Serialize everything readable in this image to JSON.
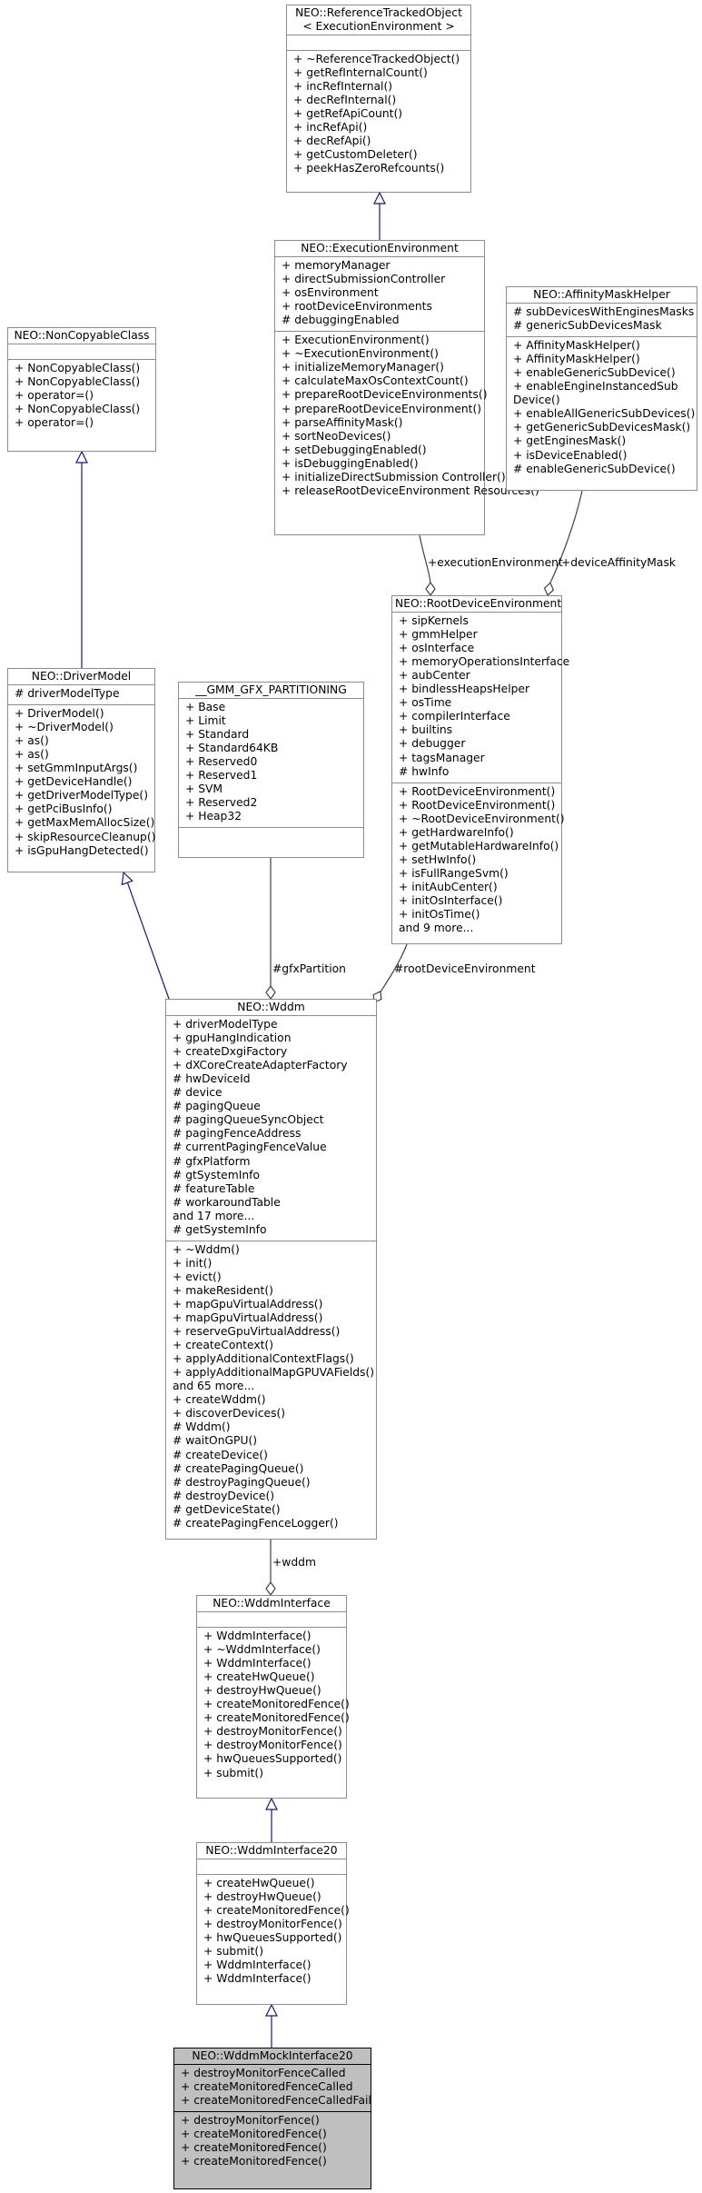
{
  "diagram": {
    "classes": {
      "refTracked": {
        "title_lines": [
          "NEO::ReferenceTrackedObject",
          "< ExecutionEnvironment >"
        ],
        "attributes": [],
        "operations": [
          "+ ~ReferenceTrackedObject()",
          "+ getRefInternalCount()",
          "+ incRefInternal()",
          "+ decRefInternal()",
          "+ getRefApiCount()",
          "+ incRefApi()",
          "+ decRefApi()",
          "+ getCustomDeleter()",
          "+ peekHasZeroRefcounts()"
        ]
      },
      "execEnv": {
        "title_lines": [
          "NEO::ExecutionEnvironment"
        ],
        "attributes": [
          "+ memoryManager",
          "+ directSubmissionController",
          "+ osEnvironment",
          "+ rootDeviceEnvironments",
          "# debuggingEnabled"
        ],
        "operations": [
          "+ ExecutionEnvironment()",
          "+ ~ExecutionEnvironment()",
          "+ initializeMemoryManager()",
          "+ calculateMaxOsContextCount()",
          "+ prepareRootDeviceEnvironments()",
          "+ prepareRootDeviceEnvironment()",
          "+ parseAffinityMask()",
          "+ sortNeoDevices()",
          "+ setDebuggingEnabled()",
          "+ isDebuggingEnabled()",
          "+ initializeDirectSubmission Controller()",
          "+ releaseRootDeviceEnvironment Resources()"
        ]
      },
      "affinity": {
        "title_lines": [
          "NEO::AffinityMaskHelper"
        ],
        "attributes": [
          "# subDevicesWithEnginesMasks",
          "# genericSubDevicesMask"
        ],
        "operations": [
          "+ AffinityMaskHelper()",
          "+ AffinityMaskHelper()",
          "+ enableGenericSubDevice()",
          "+ enableEngineInstancedSub Device()",
          "+ enableAllGenericSubDevices()",
          "+ getGenericSubDevicesMask()",
          "+ getEnginesMask()",
          "+ isDeviceEnabled()",
          "# enableGenericSubDevice()"
        ]
      },
      "nonCopyable": {
        "title_lines": [
          "NEO::NonCopyableClass"
        ],
        "attributes": [],
        "operations": [
          "+ NonCopyableClass()",
          "+ NonCopyableClass()",
          "+ operator=()",
          "+ NonCopyableClass()",
          "+ operator=()"
        ]
      },
      "rootDevEnv": {
        "title_lines": [
          "NEO::RootDeviceEnvironment"
        ],
        "attributes": [
          "+ sipKernels",
          "+ gmmHelper",
          "+ osInterface",
          "+ memoryOperationsInterface",
          "+ aubCenter",
          "+ bindlessHeapsHelper",
          "+ osTime",
          "+ compilerInterface",
          "+ builtins",
          "+ debugger",
          "+ tagsManager",
          "# hwInfo"
        ],
        "operations": [
          "+ RootDeviceEnvironment()",
          "+ RootDeviceEnvironment()",
          "+ ~RootDeviceEnvironment()",
          "+ getHardwareInfo()",
          "+ getMutableHardwareInfo()",
          "+ setHwInfo()",
          "+ isFullRangeSvm()",
          "+ initAubCenter()",
          "+ initOsInterface()",
          "+ initOsTime()",
          "and 9 more..."
        ]
      },
      "driverModel": {
        "title_lines": [
          "NEO::DriverModel"
        ],
        "attributes": [
          "# driverModelType"
        ],
        "operations": [
          "+ DriverModel()",
          "+ ~DriverModel()",
          "+ as()",
          "+ as()",
          "+ setGmmInputArgs()",
          "+ getDeviceHandle()",
          "+ getDriverModelType()",
          "+ getPciBusInfo()",
          "+ getMaxMemAllocSize()",
          "+ skipResourceCleanup()",
          "+ isGpuHangDetected()"
        ]
      },
      "gmmPart": {
        "title_lines": [
          "__GMM_GFX_PARTITIONING"
        ],
        "attributes": [
          "+ Base",
          "+ Limit",
          "+ Standard",
          "+ Standard64KB",
          "+ Reserved0",
          "+ Reserved1",
          "+ SVM",
          "+ Reserved2",
          "+ Heap32"
        ],
        "operations": []
      },
      "wddm": {
        "title_lines": [
          "NEO::Wddm"
        ],
        "attributes": [
          "+ driverModelType",
          "+ gpuHangIndication",
          "+ createDxgiFactory",
          "+ dXCoreCreateAdapterFactory",
          "# hwDeviceId",
          "# device",
          "# pagingQueue",
          "# pagingQueueSyncObject",
          "# pagingFenceAddress",
          "# currentPagingFenceValue",
          "# gfxPlatform",
          "# gtSystemInfo",
          "# featureTable",
          "# workaroundTable",
          "and 17 more...",
          "# getSystemInfo"
        ],
        "operations": [
          "+ ~Wddm()",
          "+ init()",
          "+ evict()",
          "+ makeResident()",
          "+ mapGpuVirtualAddress()",
          "+ mapGpuVirtualAddress()",
          "+ reserveGpuVirtualAddress()",
          "+ createContext()",
          "+ applyAdditionalContextFlags()",
          "+ applyAdditionalMapGPUVAFields()",
          "and 65 more...",
          "+ createWddm()",
          "+ discoverDevices()",
          "# Wddm()",
          "# waitOnGPU()",
          "# createDevice()",
          "# createPagingQueue()",
          "# destroyPagingQueue()",
          "# destroyDevice()",
          "# getDeviceState()",
          "# createPagingFenceLogger()"
        ]
      },
      "wddmIface": {
        "title_lines": [
          "NEO::WddmInterface"
        ],
        "attributes": [],
        "operations": [
          "+ WddmInterface()",
          "+ ~WddmInterface()",
          "+ WddmInterface()",
          "+ createHwQueue()",
          "+ destroyHwQueue()",
          "+ createMonitoredFence()",
          "+ createMonitoredFence()",
          "+ destroyMonitorFence()",
          "+ destroyMonitorFence()",
          "+ hwQueuesSupported()",
          "+ submit()"
        ]
      },
      "wddmIface20": {
        "title_lines": [
          "NEO::WddmInterface20"
        ],
        "attributes": [],
        "operations": [
          "+ createHwQueue()",
          "+ destroyHwQueue()",
          "+ createMonitoredFence()",
          "+ destroyMonitorFence()",
          "+ hwQueuesSupported()",
          "+ submit()",
          "+ WddmInterface()",
          "+ WddmInterface()"
        ]
      },
      "mock": {
        "title_lines": [
          "NEO::WddmMockInterface20"
        ],
        "attributes": [
          "+ destroyMonitorFenceCalled",
          "+ createMonitoredFenceCalled",
          "+ createMonitoredFenceCalledFail"
        ],
        "operations": [
          "+ destroyMonitorFence()",
          "+ createMonitoredFence()",
          "+ createMonitoredFence()",
          "+ createMonitoredFence()"
        ]
      }
    },
    "edge_labels": {
      "executionEnvironment": "+executionEnvironment",
      "deviceAffinityMask": "+deviceAffinityMask",
      "gfxPartition": "#gfxPartition",
      "rootDeviceEnvironment": "#rootDeviceEnvironment",
      "wddm": "+wddm"
    },
    "colors": {
      "inheritance_edge": "#191970",
      "composition_edge": "#404040",
      "box_border": "#8c8c8c",
      "highlight_fill": "#bfbfbf"
    }
  }
}
